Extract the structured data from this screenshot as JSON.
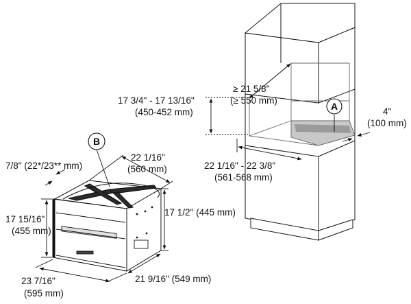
{
  "callouts": {
    "a": "A",
    "b": "B"
  },
  "cabinet_dims": {
    "niche_depth": [
      "≥ 21 5/8\"",
      "(≥ 550 mm)"
    ],
    "niche_height": [
      "17 3/4\" - 17 13/16\"",
      "(450-452 mm)"
    ],
    "vent_gap": [
      "4\"",
      "(100 mm)"
    ],
    "niche_width": [
      "22 1/16\" - 22 3/8\"",
      "(561-568 mm)"
    ]
  },
  "appliance_dims": {
    "front_panel_depth": [
      "7/8\" (22*/23** mm)"
    ],
    "body_width": [
      "22 1/16\"",
      "(560 mm)"
    ],
    "body_height": [
      "17 1/2\" (445 mm)"
    ],
    "front_height": [
      "17 15/16\"",
      "(455 mm)"
    ],
    "front_width": [
      "23 7/16\"",
      "(595 mm)"
    ],
    "body_depth": [
      "21 9/16\" (549 mm)"
    ]
  }
}
